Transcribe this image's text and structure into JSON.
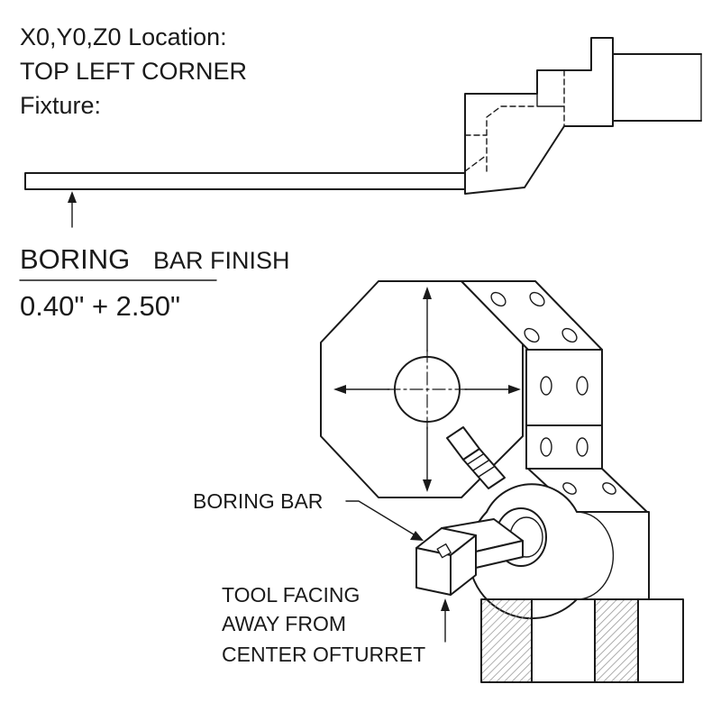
{
  "header": {
    "origin_line": "X0,Y0,Z0 Location:",
    "corner_line": "TOP LEFT CORNER",
    "fixture_label": "Fixture:"
  },
  "tool_spec": {
    "name_part1": "BORING",
    "name_part2": "BAR FINISH",
    "dimensions": "0.40\" + 2.50\""
  },
  "callouts": {
    "boring_bar": "BORING BAR",
    "tool_facing_line1": "TOOL FACING",
    "tool_facing_line2": "AWAY FROM",
    "tool_facing_line3": "CENTER OFTURRET"
  },
  "colors": {
    "ink": "#1a1a1a",
    "hatch": "#9a9a9a",
    "background": "#ffffff"
  }
}
